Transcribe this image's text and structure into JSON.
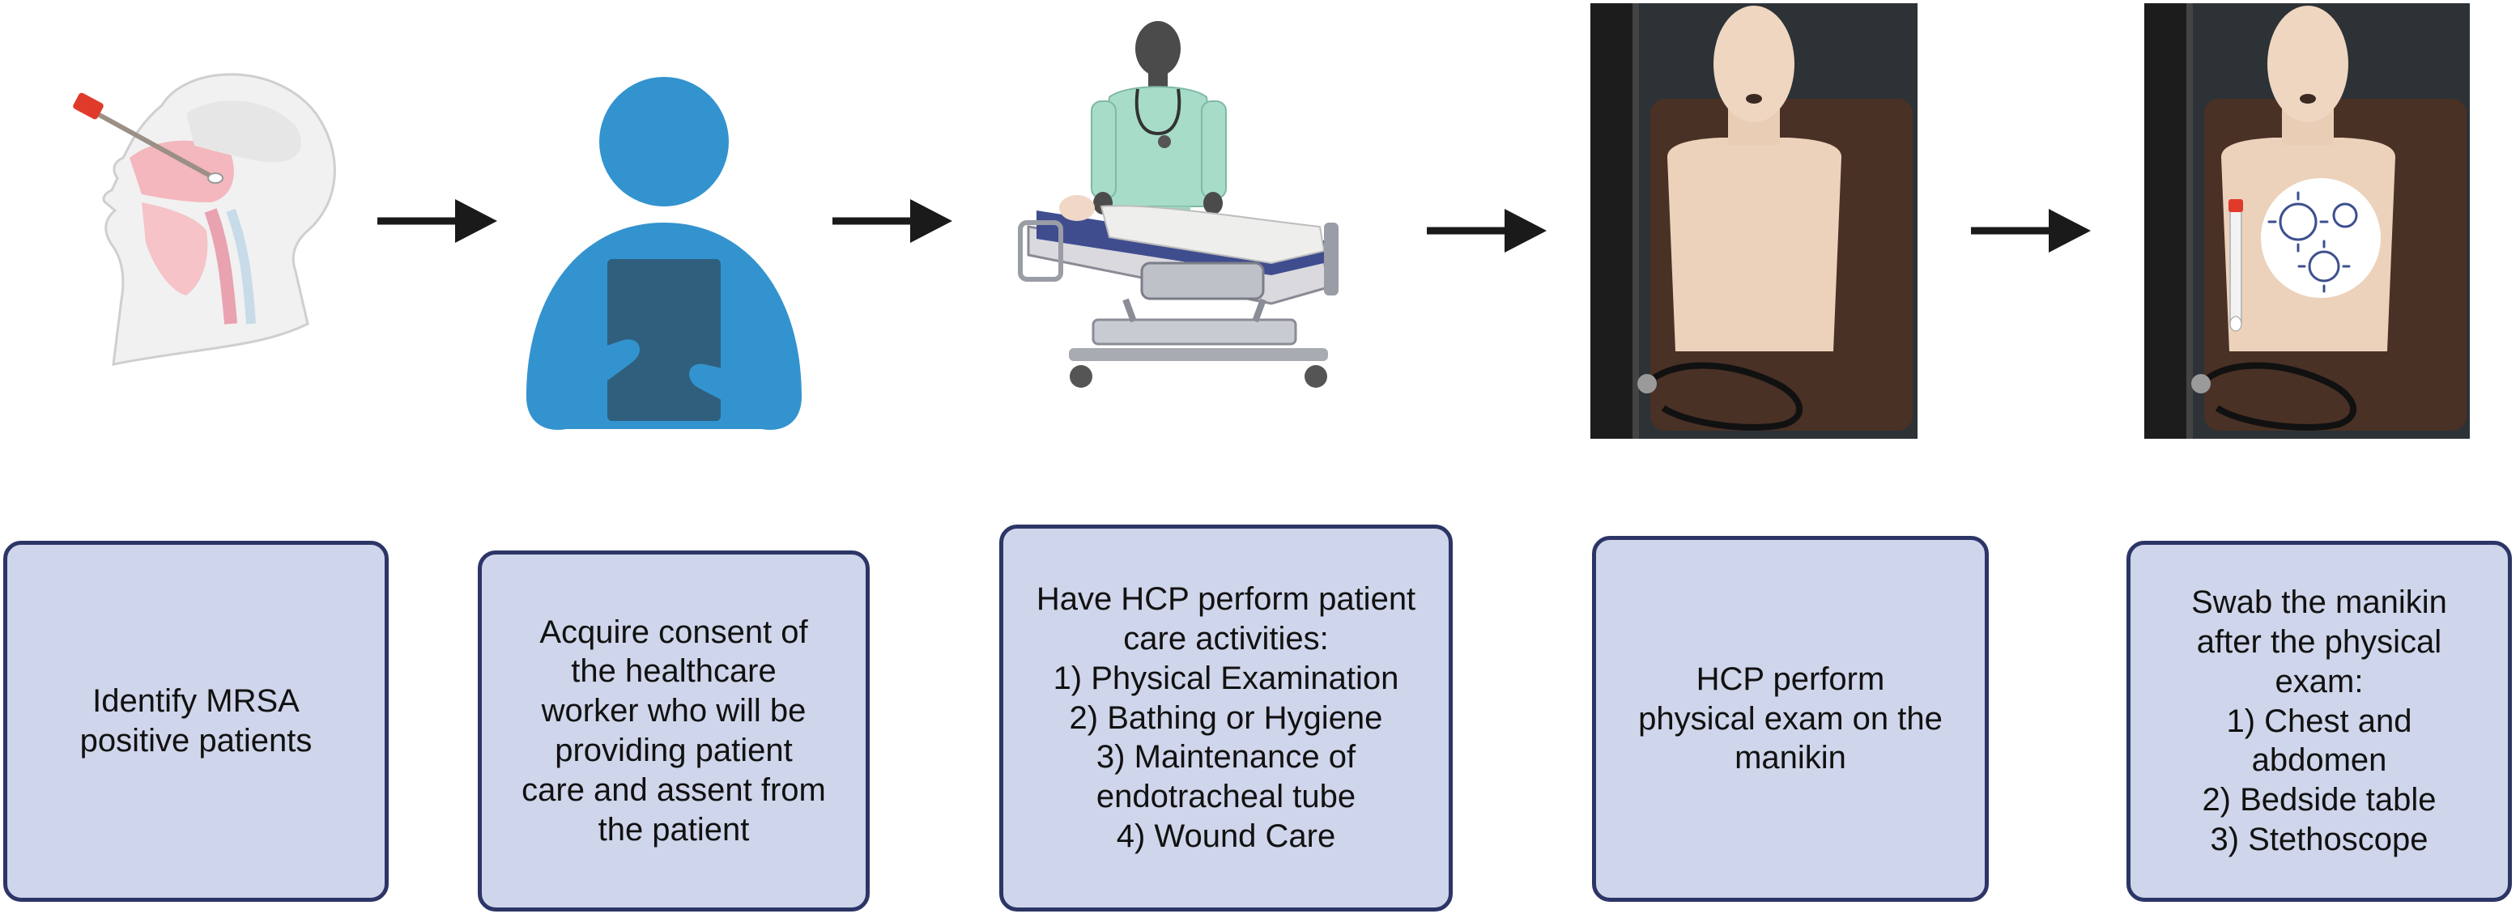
{
  "colors": {
    "box_fill": "#cfd5ea",
    "box_border": "#2c3566",
    "arrow": "#1a1a1a",
    "person_blue": "#3393cf",
    "tablet": "#2f5f7d",
    "scrubs": "#a7dcc8",
    "manikin_skin": "#ecd2bb",
    "carpet": "#2b2f33",
    "table_wood": "#4a3125"
  },
  "steps": [
    {
      "text": "Identify MRSA\npositive patients",
      "icon": "nasal-swab-icon"
    },
    {
      "text": "Acquire consent of\nthe healthcare\nworker who will be\nproviding patient\ncare and assent from\nthe patient",
      "icon": "person-with-tablet-icon"
    },
    {
      "text": "Have HCP perform patient\ncare activities:\n1) Physical Examination\n2) Bathing or Hygiene\n3) Maintenance of\nendotracheal tube\n4) Wound Care",
      "icon": "hcp-patient-bed-icon"
    },
    {
      "text": "HCP perform\nphysical exam on the\nmanikin",
      "icon": "manikin-photo"
    },
    {
      "text": "Swab the manikin\nafter the physical\nexam:\n1) Chest and\nabdomen\n2) Bedside table\n3) Stethoscope",
      "icon": "manikin-swab-photo"
    }
  ]
}
